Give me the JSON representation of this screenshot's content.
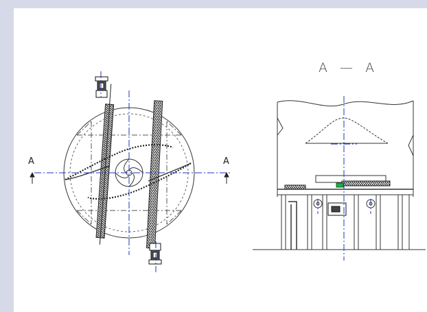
{
  "drawing": {
    "section_title": "A — A",
    "section_marker_left": "A",
    "section_marker_right": "A"
  },
  "colors": {
    "background": "#d6d9e8",
    "sheet": "#ffffff",
    "line": "#333333",
    "centerline": "#2233bb",
    "accent_green": "#22aa44"
  }
}
